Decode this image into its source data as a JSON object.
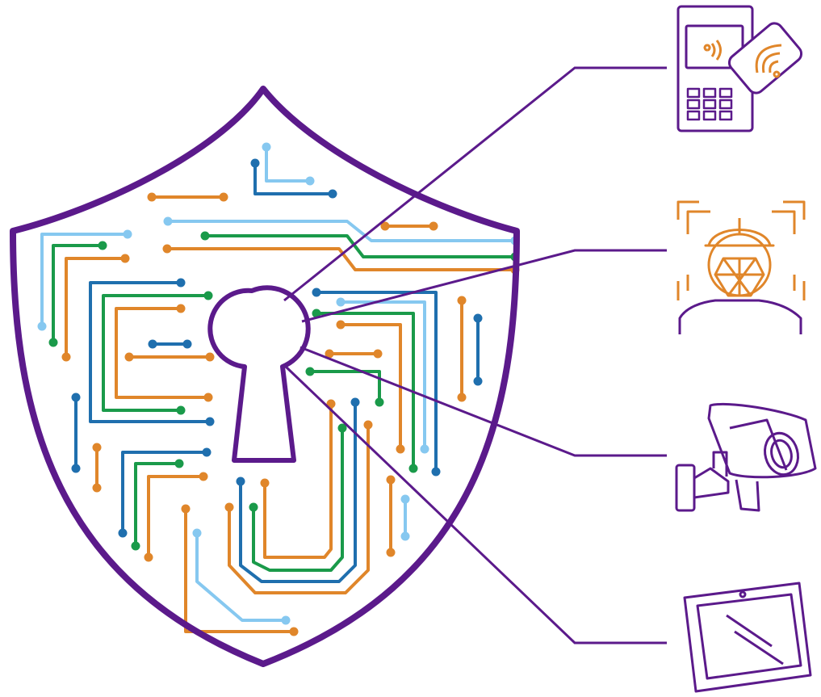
{
  "colors": {
    "primary_purple": "#5B1A8B",
    "trace_orange": "#E0862A",
    "trace_green": "#1A9A4A",
    "trace_blue": "#1F6FAE",
    "trace_light_blue": "#86C8F0",
    "background": "#FFFFFF"
  },
  "shield": {
    "icon": "shield-keyhole-circuit",
    "keyhole_icon": "keyhole-icon"
  },
  "devices": [
    {
      "id": "access-control",
      "icon": "card-reader-icon"
    },
    {
      "id": "face-recognition",
      "icon": "face-scan-icon"
    },
    {
      "id": "surveillance",
      "icon": "cctv-camera-icon"
    },
    {
      "id": "tablet",
      "icon": "tablet-icon"
    }
  ]
}
